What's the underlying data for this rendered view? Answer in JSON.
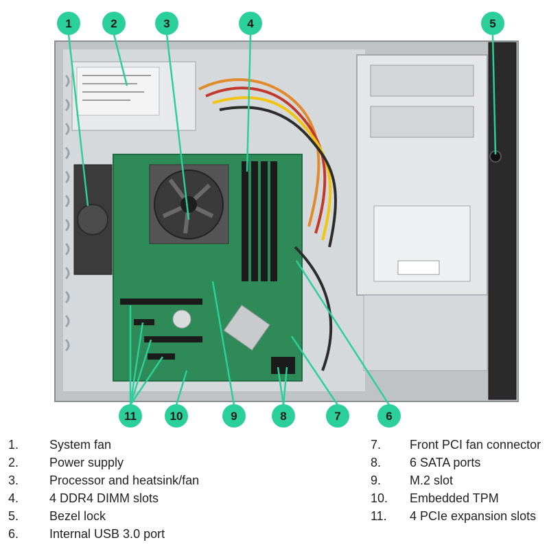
{
  "colors": {
    "callout_fill": "#2bcf9a",
    "leader_line": "#2bcf9a",
    "board_green": "#2e8b57",
    "chassis_gray": "#c9cccf",
    "drive_bay_silver": "#e4e6e8",
    "bezel_black": "#2a2a2a"
  },
  "callouts": [
    {
      "label": "1"
    },
    {
      "label": "2"
    },
    {
      "label": "3"
    },
    {
      "label": "4"
    },
    {
      "label": "5"
    },
    {
      "label": "6"
    },
    {
      "label": "7"
    },
    {
      "label": "8"
    },
    {
      "label": "9"
    },
    {
      "label": "10"
    },
    {
      "label": "11"
    }
  ],
  "legend": {
    "items": [
      {
        "number": "1.",
        "label": "System fan"
      },
      {
        "number": "2.",
        "label": "Power supply"
      },
      {
        "number": "3.",
        "label": "Processor and heatsink/fan"
      },
      {
        "number": "4.",
        "label": "4 DDR4 DIMM slots"
      },
      {
        "number": "5.",
        "label": "Bezel lock"
      },
      {
        "number": "6.",
        "label": "Internal USB 3.0 port"
      },
      {
        "number": "7.",
        "label": "Front PCI fan connector"
      },
      {
        "number": "8.",
        "label": "6 SATA ports"
      },
      {
        "number": "9.",
        "label": "M.2 slot"
      },
      {
        "number": "10.",
        "label": "Embedded TPM"
      },
      {
        "number": "11.",
        "label": "4 PCIe expansion slots"
      }
    ]
  }
}
